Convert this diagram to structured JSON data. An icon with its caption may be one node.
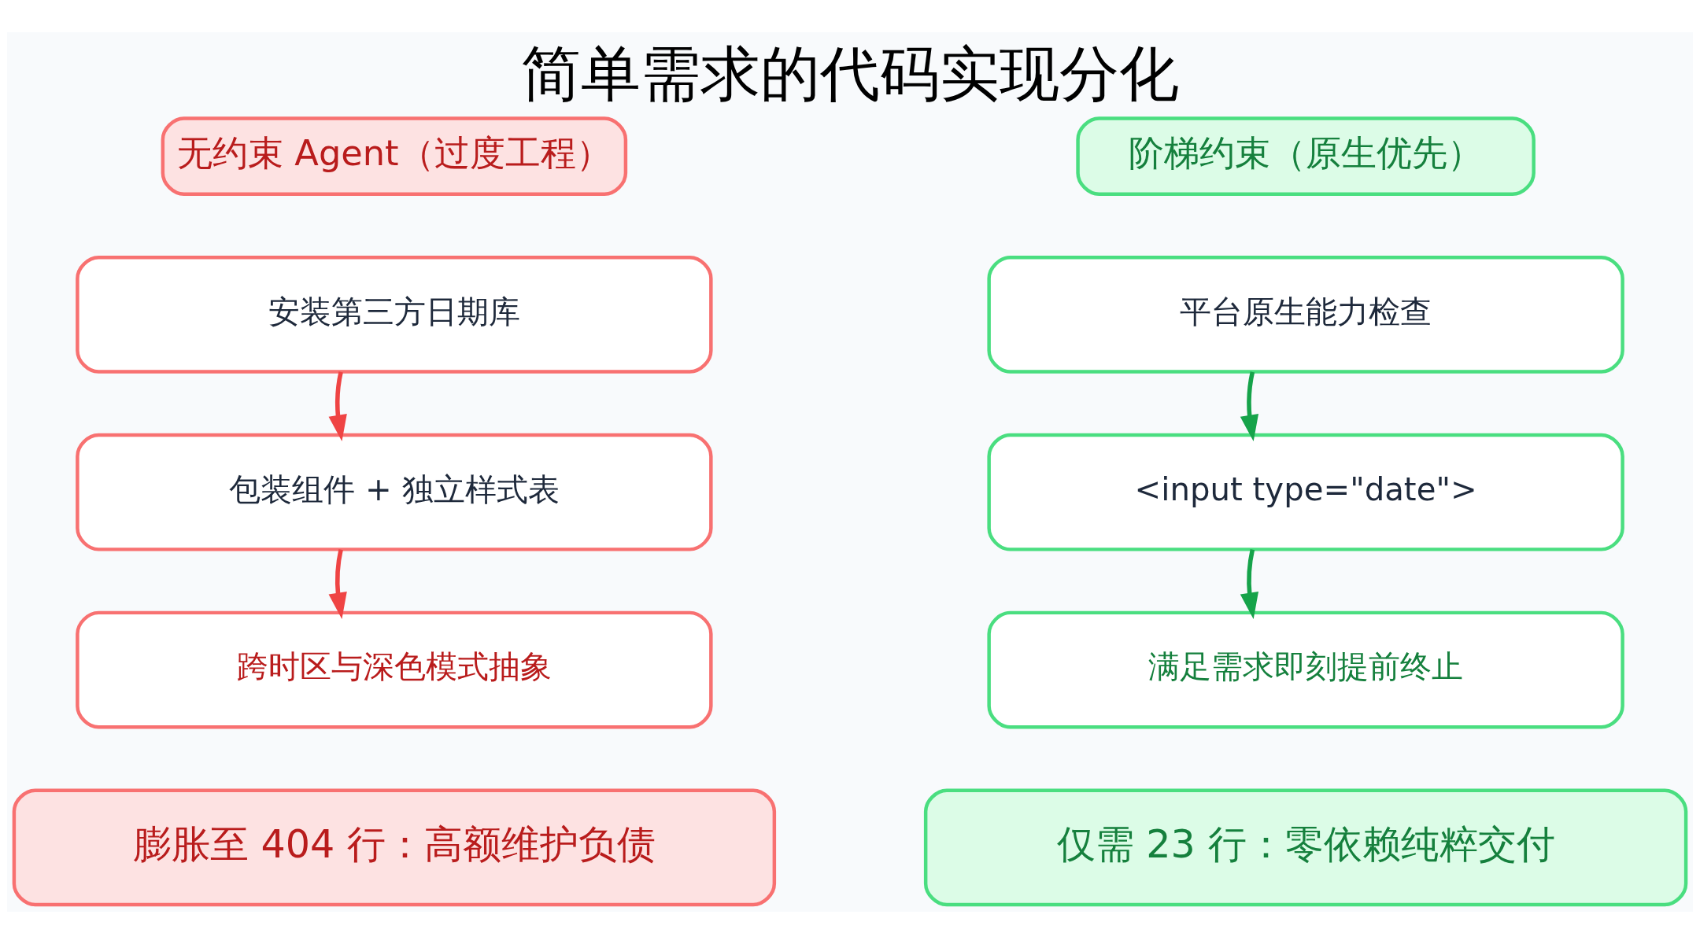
{
  "diagram": {
    "title": "简单需求的代码实现分化",
    "nodes": [
      {
        "text": [
          "无约束 Agent（过度工程）"
        ]
      },
      {
        "text": [
          "安装第三方日期库"
        ]
      },
      {
        "text": [
          "包装组件 + 独立样式表"
        ]
      },
      {
        "text": [
          "跨时区与深色模式抽象"
        ]
      },
      {
        "text": [
          "膨胀至 404 行：高额维护负债"
        ]
      },
      {
        "text": [
          "阶梯约束（原生优先）"
        ]
      },
      {
        "text": [
          "平台原生能力检查"
        ]
      },
      {
        "text": [
          "<input type=\"date\">"
        ]
      },
      {
        "text": [
          "满足需求即刻提前终止"
        ]
      },
      {
        "text": [
          "仅需 23 行：零依赖纯粹交付"
        ]
      }
    ],
    "edges": [
      {
        "from": 1,
        "to": 2,
        "arrow": "to",
        "color": "#ef4444"
      },
      {
        "from": 2,
        "to": 3,
        "arrow": "to",
        "color": "#ef4444"
      },
      {
        "from": 6,
        "to": 7,
        "arrow": "to",
        "color": "#16a34a"
      },
      {
        "from": 7,
        "to": 8,
        "arrow": "to",
        "color": "#16a34a"
      }
    ]
  }
}
